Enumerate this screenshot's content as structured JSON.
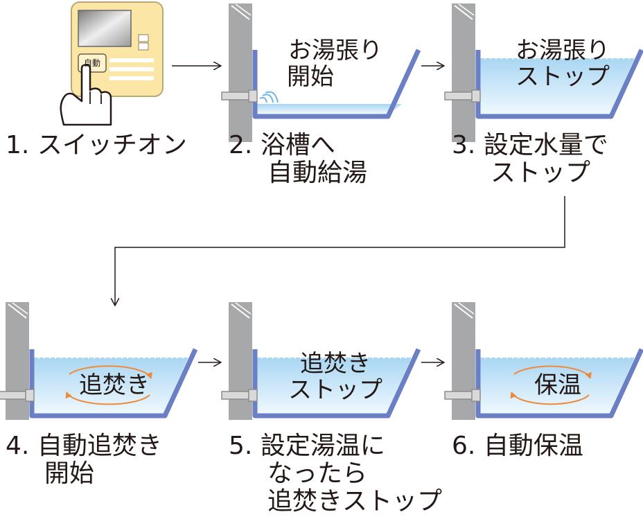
{
  "panel": {
    "button_label": "自動"
  },
  "steps": [
    {
      "number": "1.",
      "caption": [
        "スイッチオン"
      ]
    },
    {
      "number": "2.",
      "caption": [
        "浴槽へ",
        "自動給湯"
      ],
      "tub_label": [
        "お湯張り",
        "開始"
      ]
    },
    {
      "number": "3.",
      "caption": [
        "設定水量で",
        "ストップ"
      ],
      "tub_label": [
        "お湯張り",
        "ストップ"
      ]
    },
    {
      "number": "4.",
      "caption": [
        "自動追焚き",
        "開始"
      ],
      "tub_label": [
        "追焚き"
      ]
    },
    {
      "number": "5.",
      "caption": [
        "設定湯温に",
        "なったら",
        "追焚きストップ"
      ],
      "tub_label": [
        "追焚き",
        "ストップ"
      ]
    },
    {
      "number": "6.",
      "caption": [
        "自動保温"
      ],
      "tub_label": [
        "保温"
      ]
    }
  ],
  "colors": {
    "tub_outline": "#6b7fc4",
    "water_top": "#b3dcf5",
    "water_bottom": "#eaf6fd",
    "wall": "#a7a8aa",
    "panel_fill": "#fbe6a6",
    "arrow_orange": "#ef8a3a"
  }
}
